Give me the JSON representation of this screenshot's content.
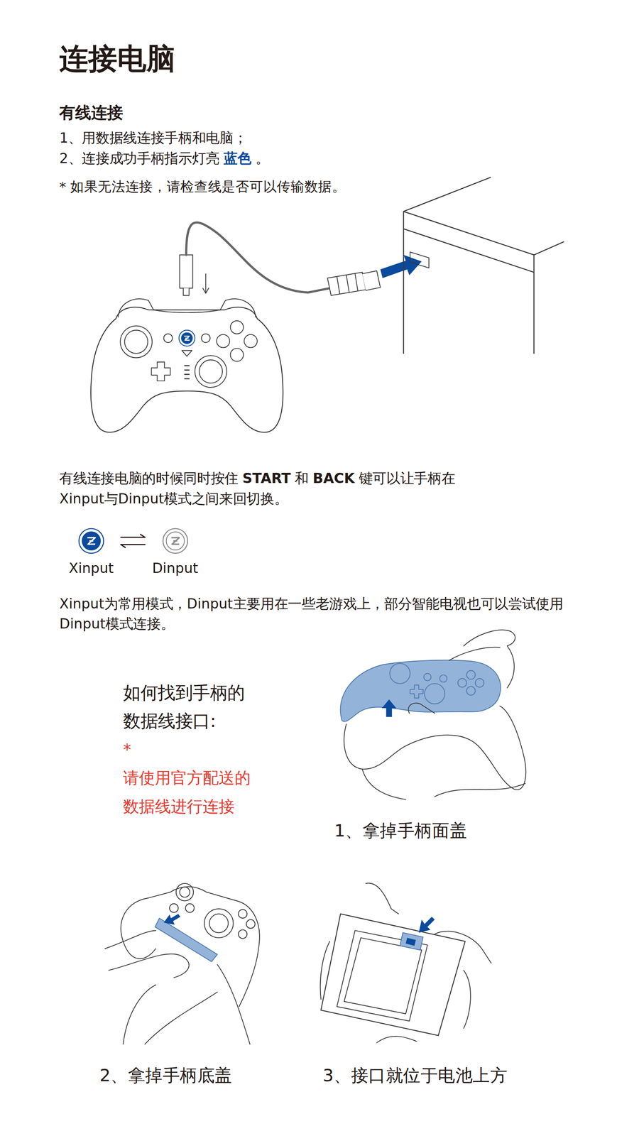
{
  "diagram": {
    "title": "连接电脑",
    "nodes": [
      {
        "text": [
          "Xinput"
        ]
      },
      {
        "text": [
          "Dinput"
        ]
      }
    ],
    "edges": [
      {
        "from": 0,
        "to": 1,
        "arrow": "both"
      }
    ],
    "labels": [
      "有线连接",
      "1、用数据线连接手柄和电脑；",
      "2、连接成功手柄指示灯亮",
      "蓝色",
      "。",
      "* 如果无法连接，请检查线是否可以传输数据。",
      "有线连接电脑的时候同时按住",
      "START",
      "和",
      "BACK",
      "键可以让手柄在Xinput与Dinput模式之间来回切换。",
      "Xinput为常用模式，Dinput主要用在一些老游戏上，部分智能电视也可以尝试使用Dinput模式连接。",
      "如何找到手柄的 数据线接口:",
      "*请使用官方配送的 数据线进行连接",
      "1、拿掉手柄面盖",
      "2、拿掉手柄底盖",
      "3、接口就位于电池上方"
    ]
  }
}
